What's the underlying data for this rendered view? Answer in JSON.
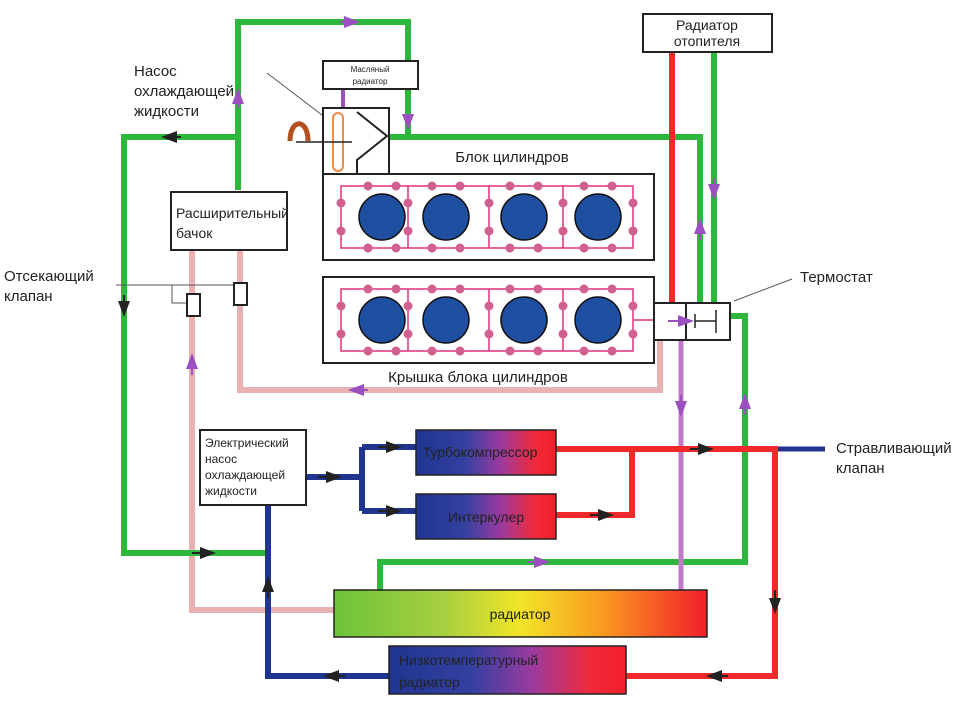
{
  "title": "Cooling system scheme",
  "colors": {
    "hot": "#f02a2a",
    "warm_return": "#e8b2b2",
    "coolant": "#2db83d",
    "cold": "#1f3590",
    "flow_arrow": "#9b4fc0",
    "oil_line": "#b070c0",
    "cylinder": "#1f4fa0",
    "jacket": "#e0307a",
    "jacket_dot": "#d06090"
  },
  "labels": {
    "pump": [
      "Насос",
      "охлаждающей",
      "жидкости"
    ],
    "oil_cooler": [
      "Масляный",
      "радиатор"
    ],
    "heater_core": [
      "Радиатор",
      "отопителя"
    ],
    "cylinder_block": "Блок цилиндров",
    "cylinder_head": "Крышка блока цилиндров",
    "expansion_tank": [
      "Расширительный",
      "бачок"
    ],
    "shutoff_valve": [
      "Отсекающий",
      "клапан"
    ],
    "thermostat": "Термостат",
    "electric_pump": [
      "Электрический",
      "насос",
      "охлаждающей",
      "жидкости"
    ],
    "turbocharger": "Турбокомпрессор",
    "intercooler": "Интеркулер",
    "bleed_valve": [
      "Стравливающий",
      "клапан"
    ],
    "radiator": "радиатор",
    "low_temp_radiator": [
      "Низкотемпературный",
      "радиатор"
    ]
  },
  "cylinders_per_row": 4
}
